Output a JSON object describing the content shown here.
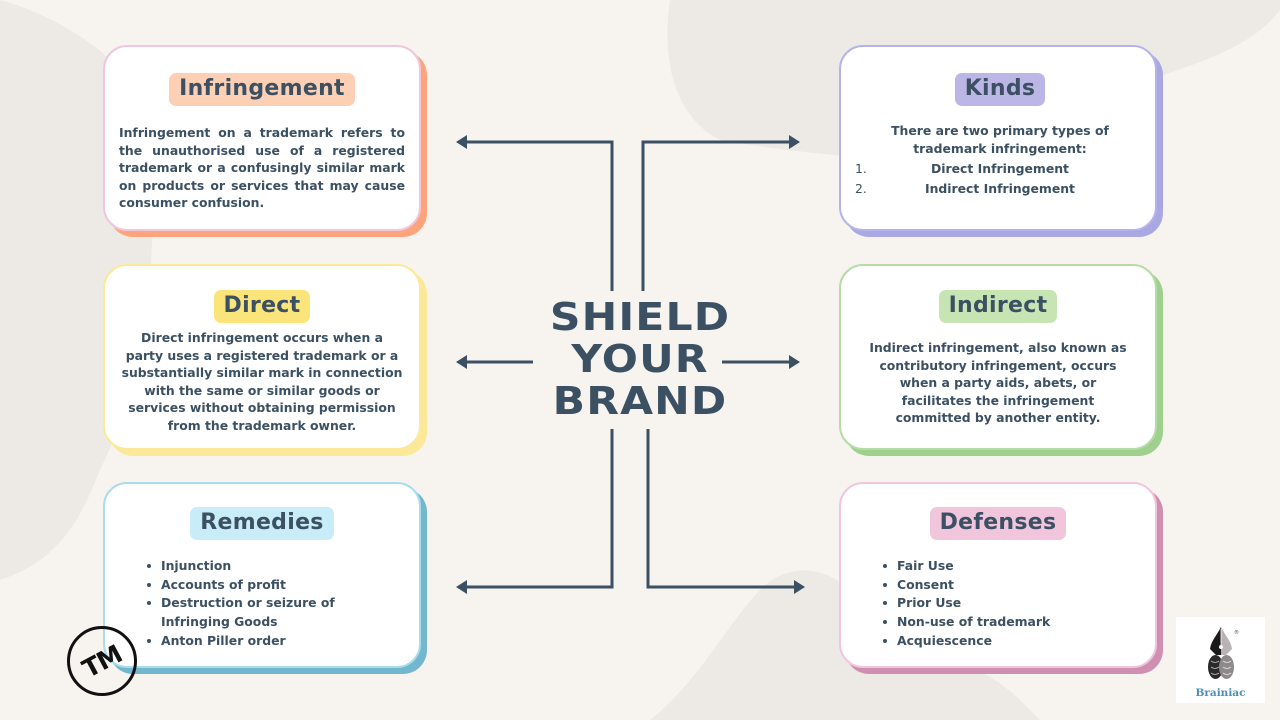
{
  "title": {
    "lines": [
      "SHIELD",
      "YOUR",
      "BRAND"
    ]
  },
  "colors": {
    "background": "#f7f4f0",
    "blob": "#ede9e4",
    "text": "#3b5062",
    "arrow": "#3b5062"
  },
  "cards": {
    "infringement": {
      "heading": "Infringement",
      "body": "Infringement on a trademark refers to the unauthorised use of a registered trademark or a confusingly similar mark on products or services that may cause consumer confusion.",
      "border": "#f1c6dd",
      "shadow": "#ffa37c",
      "pill": "#fdd0b5"
    },
    "kinds": {
      "heading": "Kinds",
      "intro": "There are two primary types of trademark infringement:",
      "items": [
        {
          "num": "1.",
          "label": "Direct Infringement"
        },
        {
          "num": "2.",
          "label": "Indirect Infringement"
        }
      ],
      "border": "#b4b3ea",
      "shadow": "#a9a8e4",
      "pill": "#bcb6e6"
    },
    "direct": {
      "heading": "Direct",
      "body": "Direct infringement occurs when a party uses a registered trademark or a substantially similar mark in connection with the same or similar goods or services without obtaining permission from the trademark owner.",
      "border": "#fbe999",
      "shadow": "#fbe999",
      "pill": "#fbe57a"
    },
    "indirect": {
      "heading": "Indirect",
      "body": "Indirect infringement, also known as contributory infringement, occurs when a party aids, abets, or facilitates the infringement committed by another entity.",
      "border": "#b5dba6",
      "shadow": "#9fd08e",
      "pill": "#c7e5b3"
    },
    "remedies": {
      "heading": "Remedies",
      "items": [
        "Injunction",
        "Accounts of profit",
        "Destruction or seizure of Infringing Goods",
        "Anton Piller order"
      ],
      "border": "#a9dcec",
      "shadow": "#72b7cd",
      "pill": "#c9edf8"
    },
    "defenses": {
      "heading": "Defenses",
      "items": [
        "Fair Use",
        "Consent",
        "Prior Use",
        "Non-use of trademark",
        "Acquiescence"
      ],
      "border": "#f1c6dd",
      "shadow": "#d08fb1",
      "pill": "#f1c6dd"
    }
  },
  "badge": {
    "text": "TM",
    "icon": "trademark-icon"
  },
  "logo": {
    "text": "Brainiac",
    "icon": "pen-nib-brain-icon",
    "mark": "®"
  }
}
